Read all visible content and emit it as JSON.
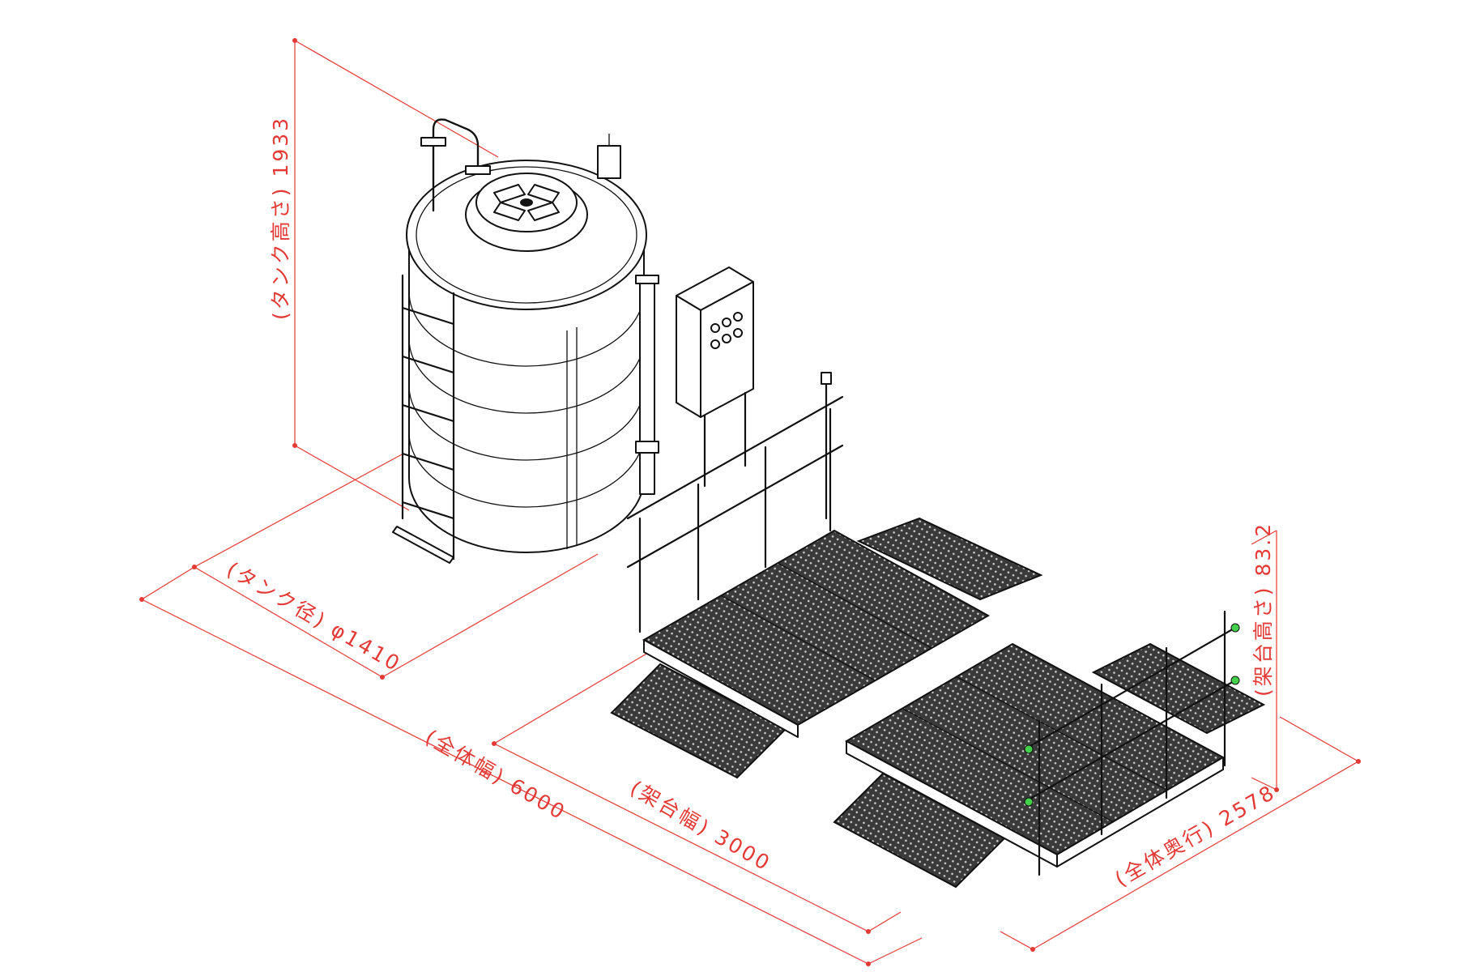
{
  "colors": {
    "dimension": "#e53935",
    "ink": "#111111",
    "grating": "#3a3a3a",
    "marker": "#43d14b"
  },
  "dimensions": {
    "tank_height": {
      "label": "(タンク高さ) 1933"
    },
    "tank_diameter": {
      "label": "(タンク径) φ1410"
    },
    "overall_width": {
      "label": "(全体幅) 6000"
    },
    "platform_width": {
      "label": "(架台幅) 3000"
    },
    "overall_depth": {
      "label": "(全体奥行) 2578"
    },
    "platform_height": {
      "label": "(架台高さ) 83.2"
    }
  },
  "components": [
    "tank",
    "ladder",
    "piping",
    "control-panel",
    "handrail",
    "platform-deck",
    "ramps"
  ]
}
